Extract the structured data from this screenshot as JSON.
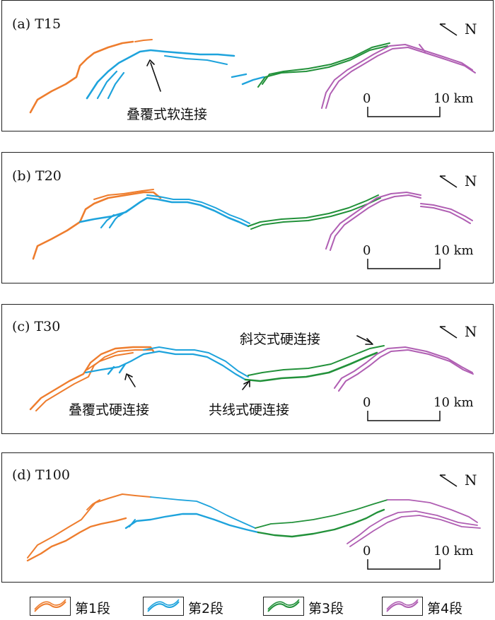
{
  "colors": {
    "seg1": "#ee7d2e",
    "seg2": "#1ea3dc",
    "seg3": "#22913a",
    "seg4": "#b05fb3",
    "frame": "#222222"
  },
  "panels": [
    {
      "label": "(a) T15",
      "annotations": [
        {
          "text": "叠覆式软连接"
        }
      ]
    },
    {
      "label": "(b) T20",
      "annotations": []
    },
    {
      "label": "(c) T30",
      "annotations": [
        {
          "text": "斜交式硬连接"
        },
        {
          "text": "叠覆式硬连接"
        },
        {
          "text": "共线式硬连接"
        }
      ]
    },
    {
      "label": "(d) T100",
      "annotations": []
    }
  ],
  "north_label": "N",
  "scale": {
    "start": "0",
    "end": "10 km"
  },
  "legend": [
    {
      "label": "第1段",
      "color": "#ee7d2e"
    },
    {
      "label": "第2段",
      "color": "#1ea3dc"
    },
    {
      "label": "第3段",
      "color": "#22913a"
    },
    {
      "label": "第4段",
      "color": "#b05fb3"
    }
  ]
}
